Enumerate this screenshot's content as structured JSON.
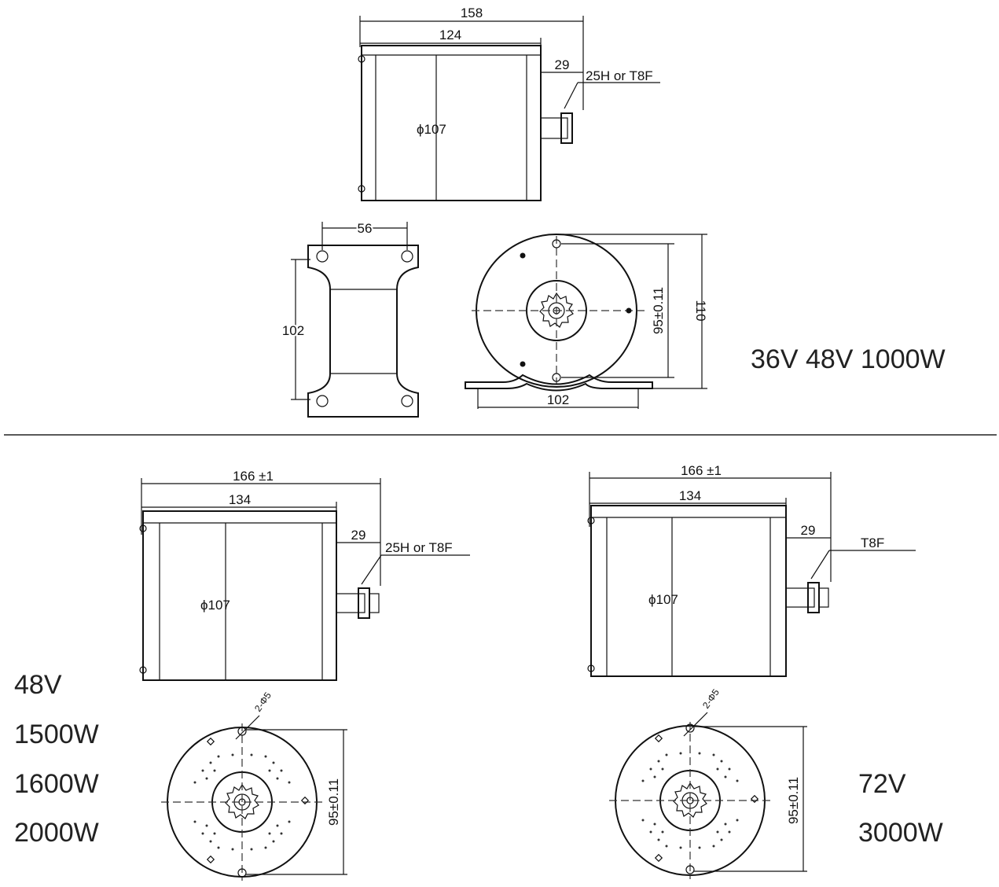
{
  "top": {
    "dim_overall": "158",
    "dim_body": "124",
    "dim_shaft": "29",
    "shaft_label": "25H or T8F",
    "diameter": "ϕ107",
    "dim_mount_spacing": "56",
    "dim_mount_height": "102",
    "dim_hole_spacing": "95±0.11",
    "dim_height": "110",
    "dim_base_width": "102",
    "spec": "36V 48V 1000W"
  },
  "bottom_left": {
    "dim_overall": "166 ±1",
    "dim_body": "134",
    "dim_shaft": "29",
    "shaft_label": "25H or T8F",
    "diameter": "ϕ107",
    "hole_label": "2-Φ5",
    "dim_hole_spacing": "95±0.11",
    "spec": [
      "48V",
      "1500W",
      "1600W",
      "2000W"
    ]
  },
  "bottom_right": {
    "dim_overall": "166 ±1",
    "dim_body": "134",
    "dim_shaft": "29",
    "shaft_label": "T8F",
    "diameter": "ϕ107",
    "hole_label": "2-Φ5",
    "dim_hole_spacing": "95±0.11",
    "spec": [
      "72V",
      "3000W"
    ]
  }
}
